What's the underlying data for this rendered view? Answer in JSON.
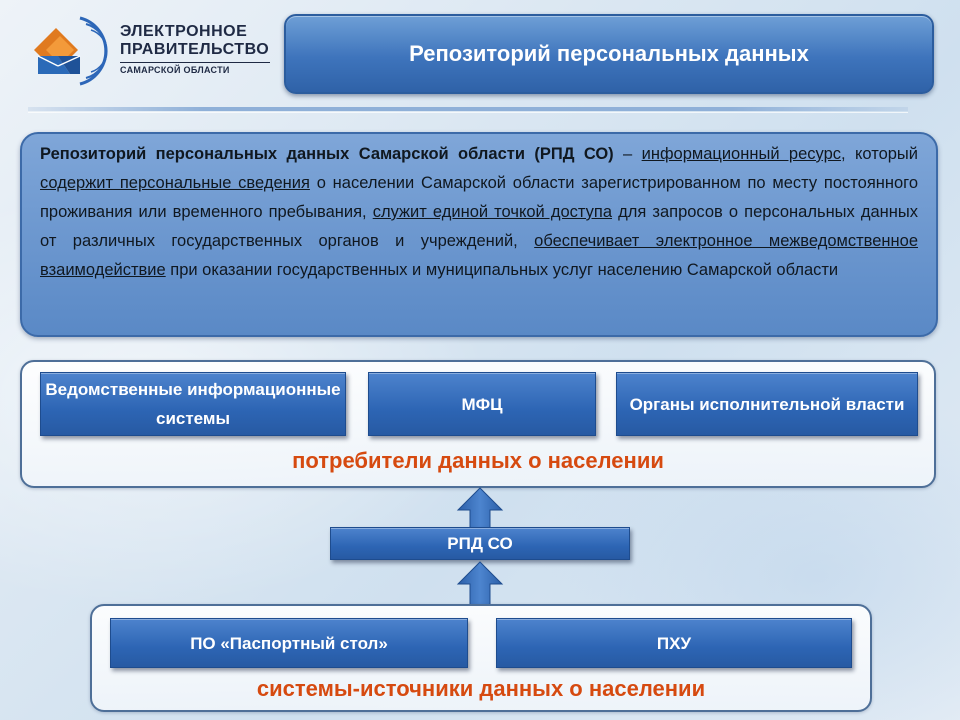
{
  "logo": {
    "line1": "ЭЛЕКТРОННОЕ",
    "line2": "ПРАВИТЕЛЬСТВО",
    "sub": "САМАРСКОЙ ОБЛАСТИ"
  },
  "title": "Репозиторий персональных данных",
  "definition": {
    "term": "Репозиторий персональных данных Самарской области (РПД СО)",
    "dash": " – ",
    "u1": "информационный ресурс",
    "t1": ", который ",
    "u2": "содержит персональные сведения",
    "t2": " о населении Самарской области зарегистрированном по месту постоянного проживания или временного пребывания, ",
    "u3": "служит единой точкой доступа",
    "t3": " для запросов о персональных данных от различных государственных органов и учреждений, ",
    "u4": "обеспечивает электронное межведомственное взаимодействие",
    "t4": " при оказании государственных и муниципальных услуг населению Самарской области"
  },
  "consumers": {
    "items": [
      {
        "label": "Ведомственные информационные системы"
      },
      {
        "label": "МФЦ"
      },
      {
        "label": "Органы исполнительной власти"
      }
    ],
    "caption": "потребители данных о населении"
  },
  "center": {
    "label": "РПД СО"
  },
  "sources": {
    "items": [
      {
        "label": "ПО «Паспортный стол»"
      },
      {
        "label": "ПХУ"
      }
    ],
    "caption": "системы-источники данных о населении"
  },
  "colors": {
    "accent_blue": "#2d65b4",
    "caption_orange": "#d64a10",
    "definition_bg": "#6b95cf"
  }
}
